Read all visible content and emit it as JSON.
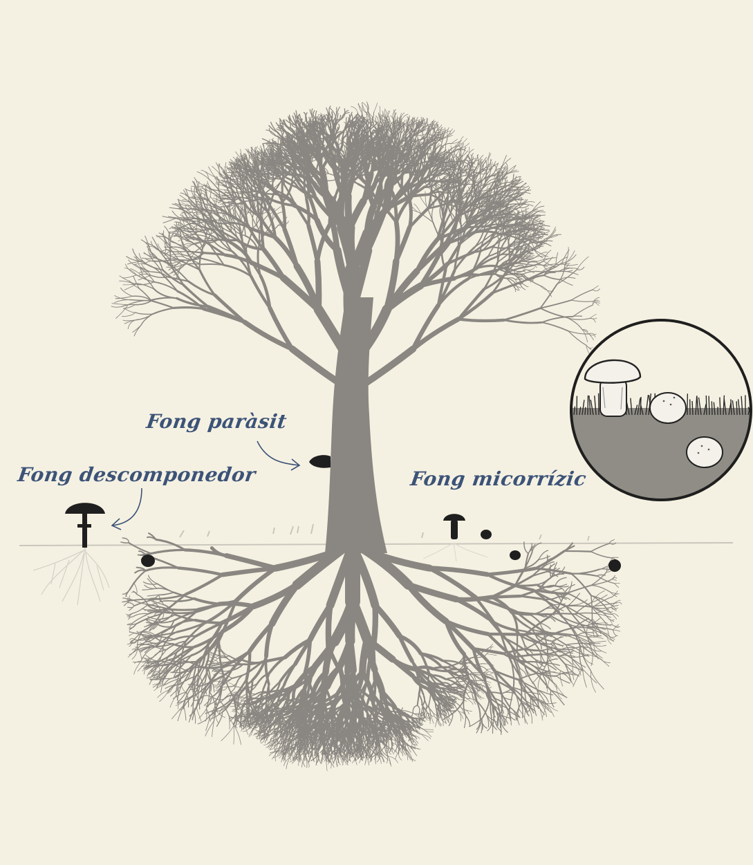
{
  "labels": {
    "parasit": "Fong paràsit",
    "descomponedor": "Fong descomponedor",
    "micorrizic": "Fong micorrízic"
  },
  "colors": {
    "background": "#f5f1e2",
    "tree": "#8a8782",
    "fungus": "#1f1f1f",
    "label": "#3c5378",
    "inset_soil": "#8f8d85"
  },
  "icons": {
    "tree": "tree-silhouette",
    "parasitic_fungus": "bracket-fungus-icon",
    "decomposer_fungus": "mushroom-icon",
    "mycorrhizal_fungus": "small-mushroom-icon",
    "inset": "magnified-mushrooms-inset"
  }
}
